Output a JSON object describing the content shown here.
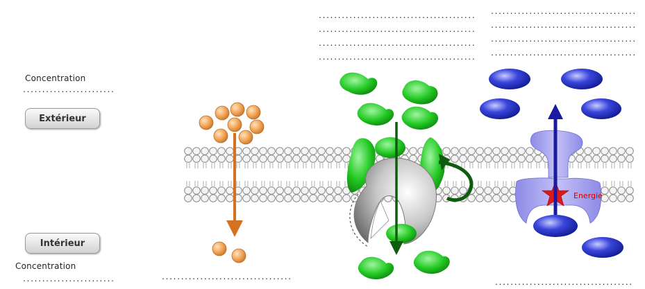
{
  "labels": {
    "top_concentration": "Concentration",
    "bottom_concentration": "Concentration",
    "exterior": "Extérieur",
    "interior": "Intérieur",
    "energy": "Energie"
  },
  "blanks": {
    "top_left": "........................",
    "bottom_left": "........................",
    "middle_top_1": ".........................................",
    "middle_top_2": ".........................................",
    "middle_top_3": ".........................................",
    "middle_top_4": ".........................................",
    "right_top_1": "......................................",
    "right_top_2": "......................................",
    "right_top_3": "......................................",
    "right_top_4": "......................................",
    "bottom_col1": "..................................",
    "bottom_col3": "...................................."
  },
  "colors": {
    "orange_molecule": "#f3a85a",
    "orange_arrow": "#d4721f",
    "green_molecule": "#22c922",
    "dark_green_arrow": "#0f5c0f",
    "blue_molecule": "#2430c8",
    "blue_pump": "#a9a7f2",
    "red_star": "#e01818",
    "membrane_circle": "#f2f2f2"
  }
}
